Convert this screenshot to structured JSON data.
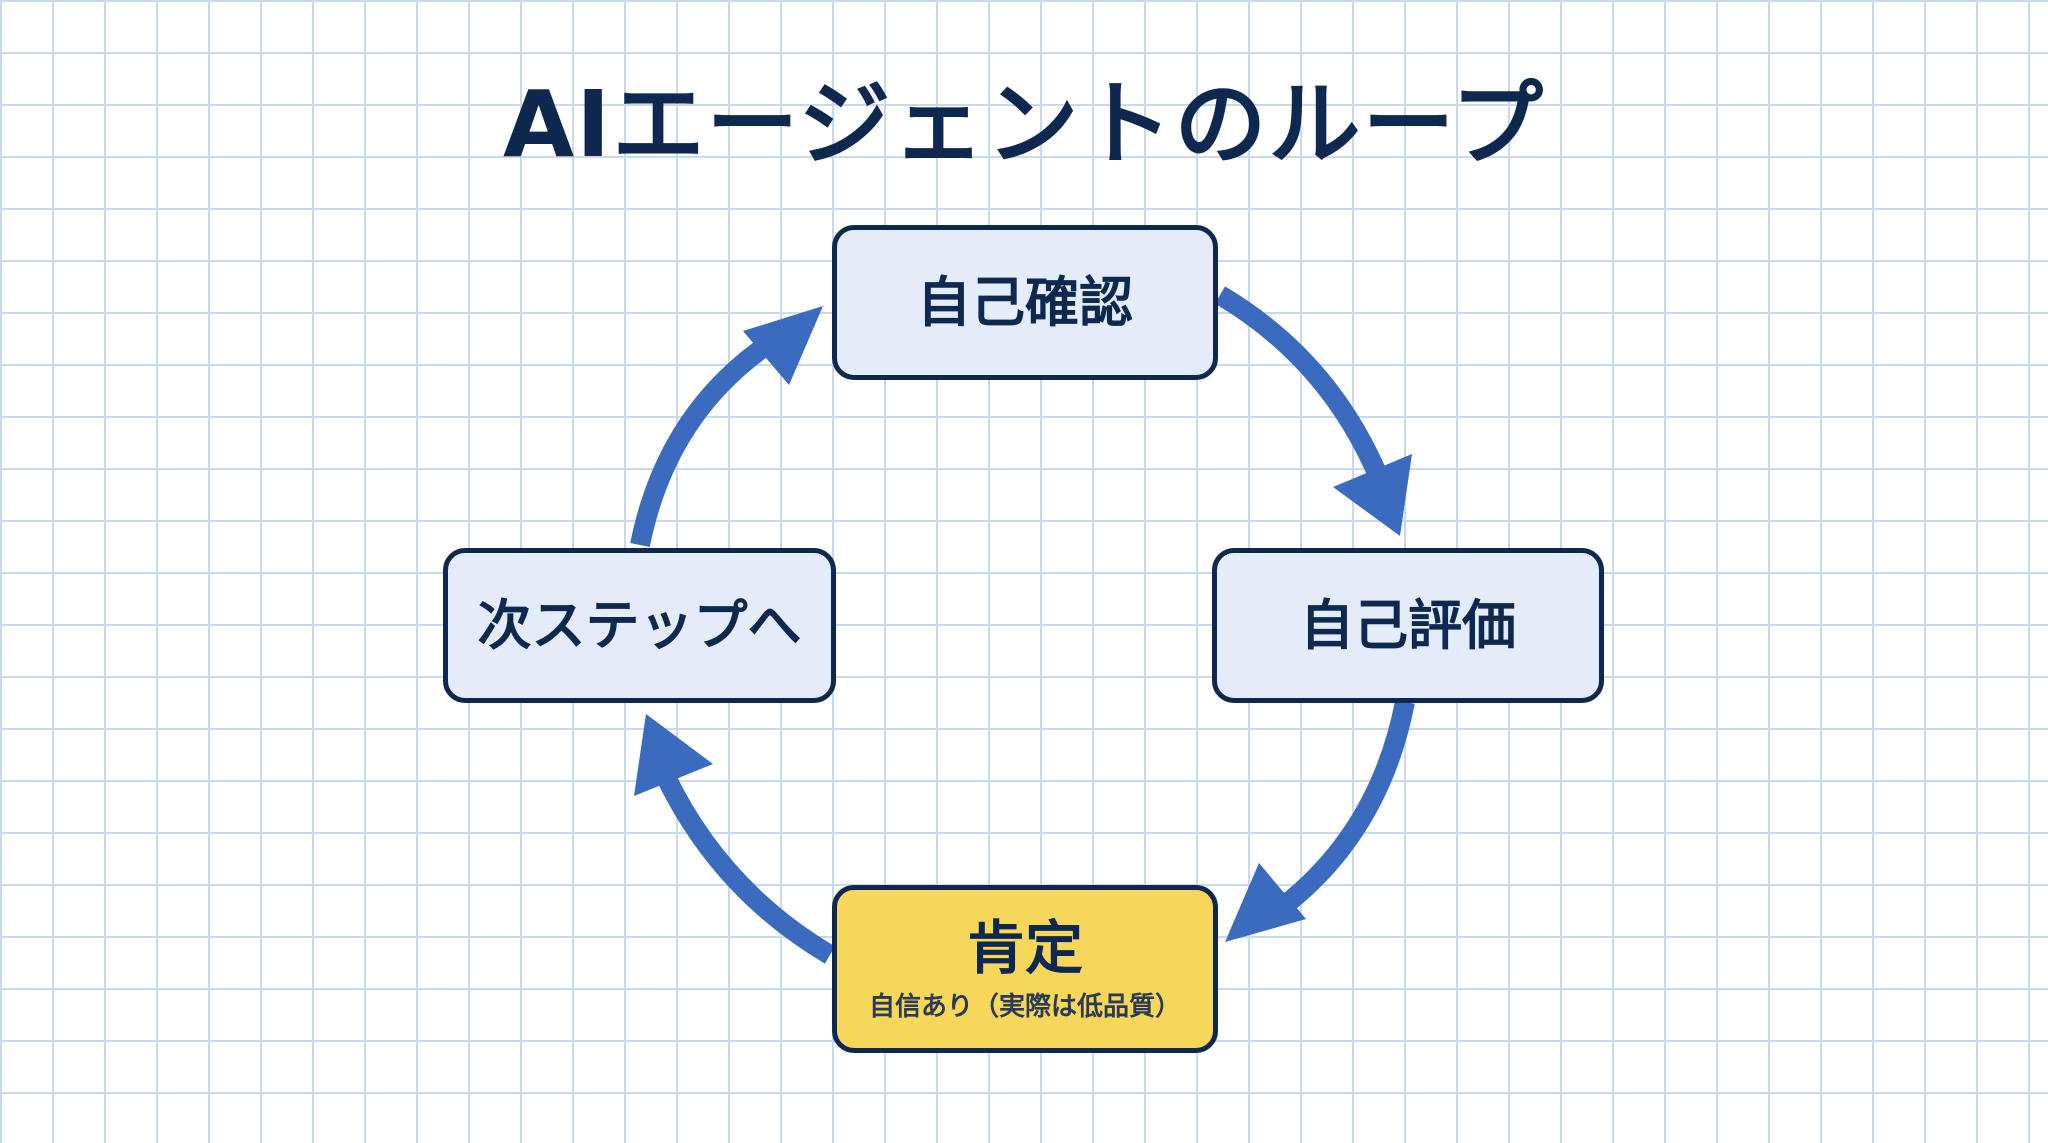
{
  "title": "AIエージェントのループ",
  "nodes": {
    "top": {
      "label": "自己確認"
    },
    "right": {
      "label": "自己評価"
    },
    "bottom": {
      "label": "肯定",
      "sublabel": "自信あり（実際は低品質）"
    },
    "left": {
      "label": "次ステップへ"
    }
  },
  "colors": {
    "arrow": "#3a6bbf",
    "node_border": "#0f2850",
    "node_fill": "#e3ecf8",
    "highlight_fill": "#f7d75a",
    "grid": "#c9d8ef"
  },
  "edges": [
    {
      "from": "自己確認",
      "to": "自己評価"
    },
    {
      "from": "自己評価",
      "to": "肯定"
    },
    {
      "from": "肯定",
      "to": "次ステップへ"
    },
    {
      "from": "次ステップへ",
      "to": "自己確認"
    }
  ]
}
